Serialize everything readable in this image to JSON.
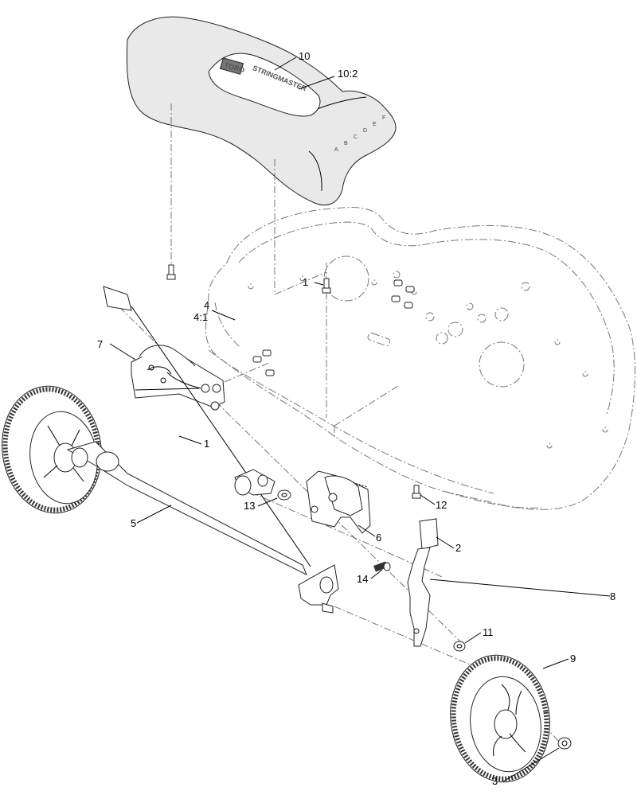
{
  "diagram": {
    "brand_text": [
      "TORO",
      "STRINGMASTER"
    ],
    "height_letters": [
      "A",
      "B",
      "C",
      "D",
      "E",
      "F"
    ],
    "callouts": {
      "p10": "10",
      "p10_2": "10:2",
      "p7": "7",
      "p1a": "1",
      "p1b": "1",
      "p4": "4",
      "p4_1": "4:1",
      "p13": "13",
      "p12": "12",
      "p5": "5",
      "p6": "6",
      "p2": "2",
      "p14": "14",
      "p8": "8",
      "p11": "11",
      "p9": "9",
      "p3": "3"
    }
  }
}
